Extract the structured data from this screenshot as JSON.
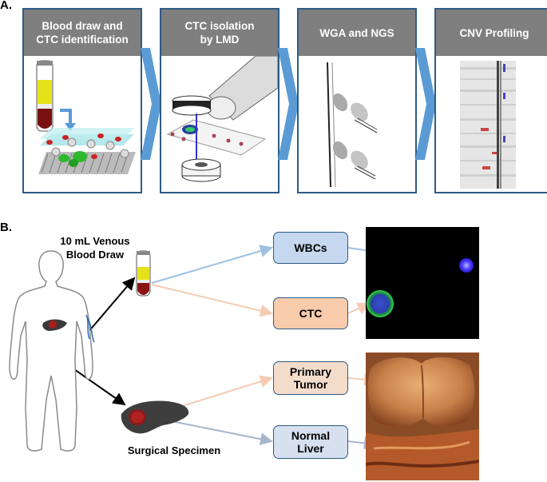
{
  "section_a": {
    "label": "A.",
    "steps": [
      {
        "title_line1": "Blood draw and",
        "title_line2": "CTC identification"
      },
      {
        "title_line1": "CTC isolation",
        "title_line2": "by LMD"
      },
      {
        "title_line1": "WGA and NGS",
        "title_line2": ""
      },
      {
        "title_line1": "CNV Profiling",
        "title_line2": ""
      }
    ]
  },
  "section_b": {
    "label": "B.",
    "blood_draw_line1": "10 mL Venous",
    "blood_draw_line2": "Blood Draw",
    "surgical_specimen": "Surgical Specimen",
    "boxes": {
      "wbcs": "WBCs",
      "ctc": "CTC",
      "primary_tumor_line1": "Primary",
      "primary_tumor_line2": "Tumor",
      "normal_liver_line1": "Normal",
      "normal_liver_line2": "Liver"
    }
  },
  "colors": {
    "panel_border": "#2d5b86",
    "header_gray": "#7f7f7f",
    "chevron_blue": "#5b9bd5",
    "wbc_box": "#c5d8f0",
    "ctc_box": "#f8cbad",
    "tumor_box": "#f4dccb",
    "liver_box": "#d6e0ee"
  }
}
